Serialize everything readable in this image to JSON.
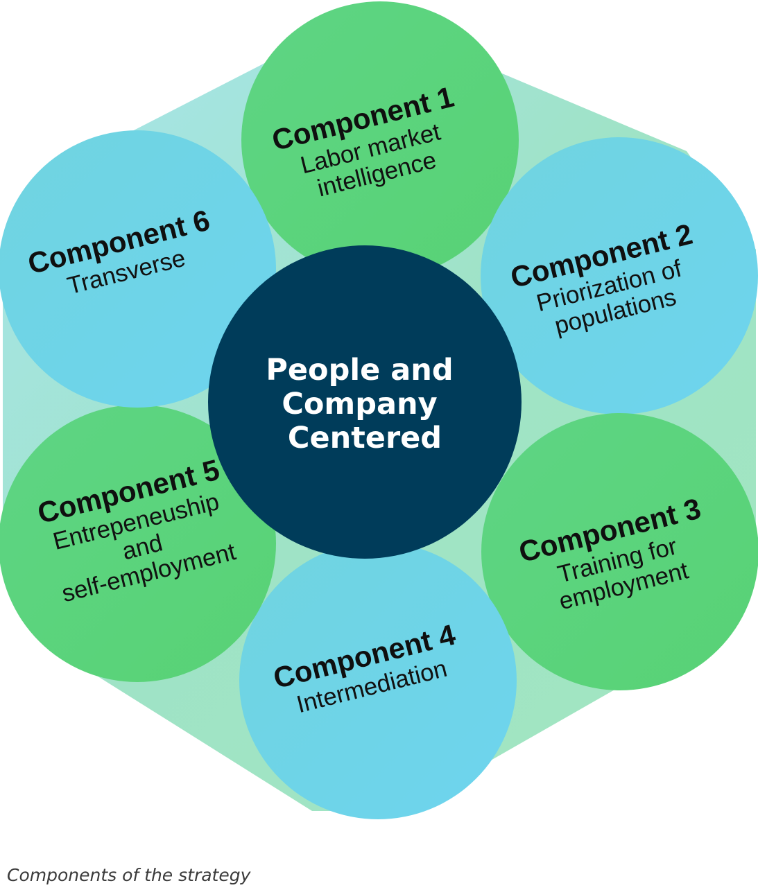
{
  "colors": {
    "green": "#5bd37a",
    "blue": "#6dd3ea",
    "center": "#003c5a",
    "hex_green": "#a3e6c2",
    "hex_blue": "#a6e3ec"
  },
  "center": {
    "lines": [
      "People and",
      "Company",
      "Centered"
    ]
  },
  "components": [
    {
      "title": "Component 1",
      "desc": [
        "Labor market",
        "intelligence"
      ],
      "color": "green"
    },
    {
      "title": "Component 2",
      "desc": [
        "Priorization of",
        "populations"
      ],
      "color": "blue"
    },
    {
      "title": "Component 3",
      "desc": [
        "Training for",
        "employment"
      ],
      "color": "green"
    },
    {
      "title": "Component 4",
      "desc": [
        "Intermediation"
      ],
      "color": "blue"
    },
    {
      "title": "Component 5",
      "desc": [
        "Entrepeneuship",
        "and",
        "self-employment"
      ],
      "color": "green"
    },
    {
      "title": "Component 6",
      "desc": [
        "Transverse"
      ],
      "color": "blue"
    }
  ],
  "caption": "Components of the strategy"
}
